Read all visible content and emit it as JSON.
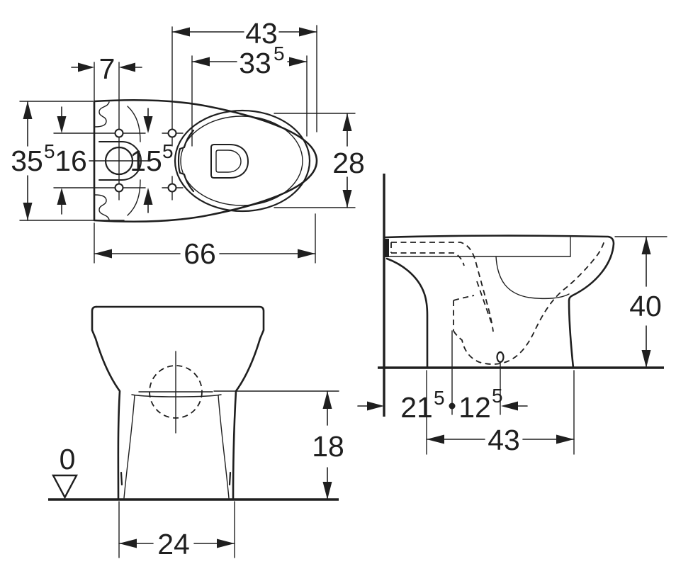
{
  "colors": {
    "line": "#1f1f1f",
    "background": "#ffffff"
  },
  "dims": {
    "top_43": {
      "value": "43",
      "sup": ""
    },
    "top_33_5": {
      "value": "33",
      "sup": "5"
    },
    "top_7": {
      "value": "7",
      "sup": ""
    },
    "top_35_5": {
      "value": "35",
      "sup": "5"
    },
    "top_16": {
      "value": "16",
      "sup": ""
    },
    "top_15_5": {
      "value": "15",
      "sup": "5"
    },
    "top_28": {
      "value": "28",
      "sup": ""
    },
    "top_66": {
      "value": "66",
      "sup": ""
    },
    "front_0": {
      "value": "0",
      "sup": ""
    },
    "front_18": {
      "value": "18",
      "sup": ""
    },
    "front_24": {
      "value": "24",
      "sup": ""
    },
    "side_21_5": {
      "value": "21",
      "sup": "5"
    },
    "side_12_5": {
      "value": "12",
      "sup": "5"
    },
    "side_43": {
      "value": "43",
      "sup": ""
    },
    "side_40": {
      "value": "40",
      "sup": ""
    }
  }
}
